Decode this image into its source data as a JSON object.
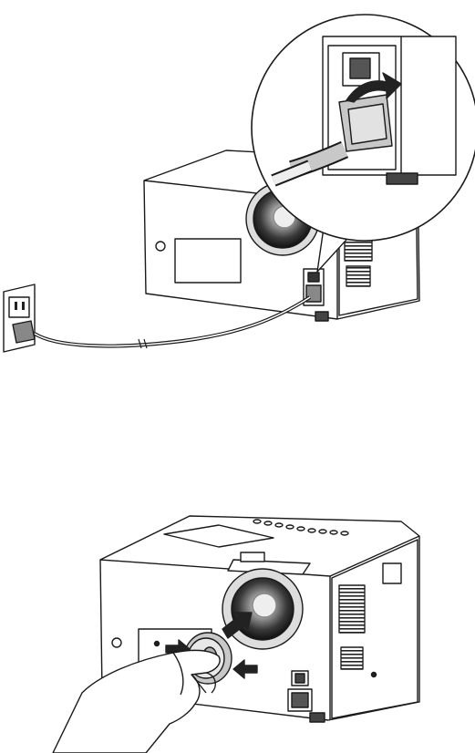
{
  "figures": [
    {
      "id": "connect-power-cord",
      "elements": [
        "wall-outlet",
        "power-cord",
        "projector",
        "power-inlet",
        "magnified-callout",
        "power-switch",
        "insertion-arrow"
      ]
    },
    {
      "id": "remove-lens-cover",
      "elements": [
        "projector",
        "lens",
        "lens-cover",
        "hand",
        "pinch-arrows",
        "push-arrow",
        "power-switch",
        "power-inlet"
      ]
    }
  ],
  "icons": {
    "arrow": "curved-arrow-icon",
    "push": "push-arrow-icon"
  },
  "colors": {
    "line": "#1a1a1a",
    "arrow": "#222222",
    "light_fill": "#ffffff",
    "gray_fill": "#c8c8c8",
    "dark_fill": "#5a5a5a"
  }
}
